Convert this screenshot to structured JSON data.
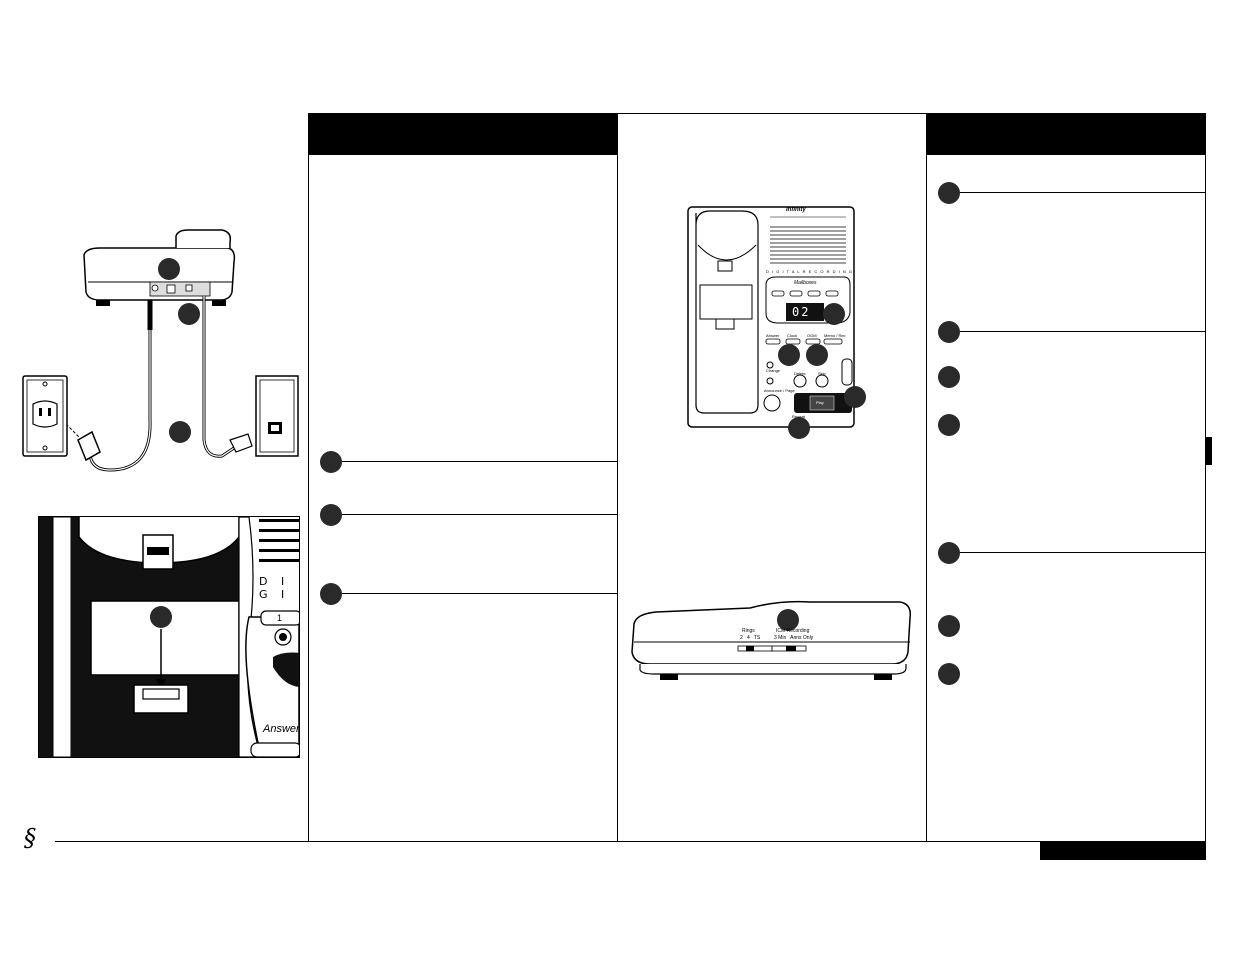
{
  "left_illustrations": {
    "outlet_label": "",
    "insert_panel_text": [
      "D I G I",
      "1",
      "Answer"
    ]
  },
  "center_figure": {
    "top_unit_labels": {
      "brand": "Infinity",
      "digital_label": "D I G I T A L   R E C O R D I N G",
      "mailboxes_label": "Mailboxes",
      "display_value": "02",
      "buttons": [
        "Answer",
        "Clock",
        "OGM",
        "Memo / Rec",
        "Change",
        "Delete",
        "Skip",
        "Announce / Page",
        "Repeat",
        "Play"
      ]
    },
    "side_unit_labels": {
      "rings_label": "Rings",
      "rings_options": "2   4   TS",
      "icm_label": "ICM Recording",
      "icm_options": "3 Min   Anns Only"
    }
  },
  "footer": {
    "logo_glyph": "§"
  }
}
